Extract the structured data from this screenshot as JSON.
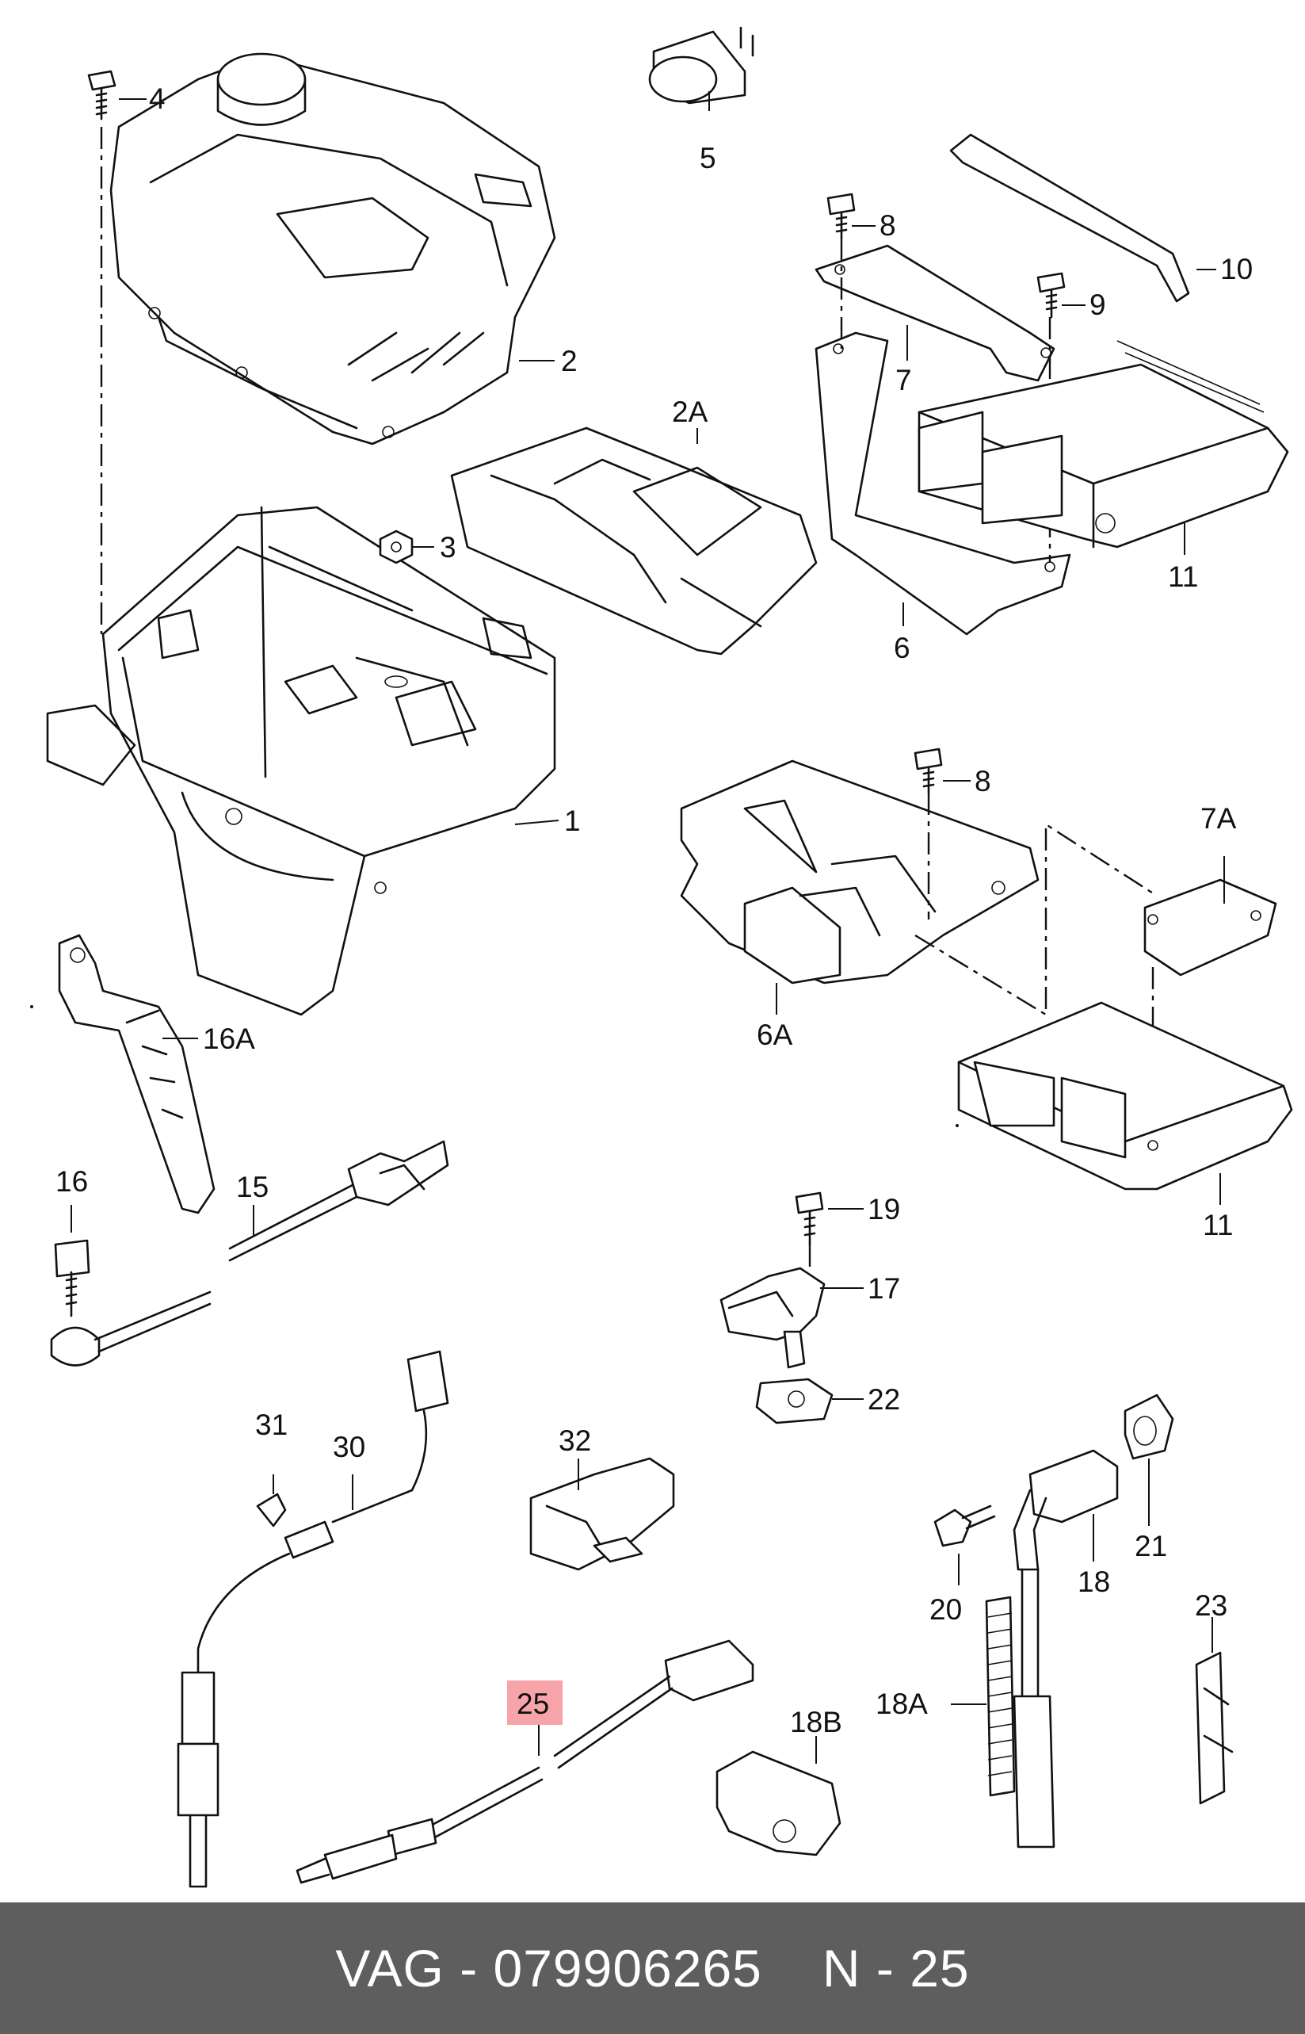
{
  "callouts": {
    "c1": "1",
    "c2": "2",
    "c2a": "2A",
    "c3": "3",
    "c4": "4",
    "c5": "5",
    "c6": "6",
    "c6a": "6A",
    "c7": "7",
    "c7a": "7A",
    "c8a": "8",
    "c8b": "8",
    "c9": "9",
    "c10": "10",
    "c11a": "11",
    "c11b": "11",
    "c15": "15",
    "c16": "16",
    "c16a": "16A",
    "c17": "17",
    "c18": "18",
    "c18a": "18A",
    "c18b": "18B",
    "c19": "19",
    "c20": "20",
    "c21": "21",
    "c22": "22",
    "c23": "23",
    "c25": "25",
    "c30": "30",
    "c31": "31",
    "c32": "32"
  },
  "highlight": {
    "callout": "25",
    "color": "#f6a3a9"
  },
  "footer": {
    "brand_part": "VAG - 079906265",
    "position": "N - 25"
  }
}
